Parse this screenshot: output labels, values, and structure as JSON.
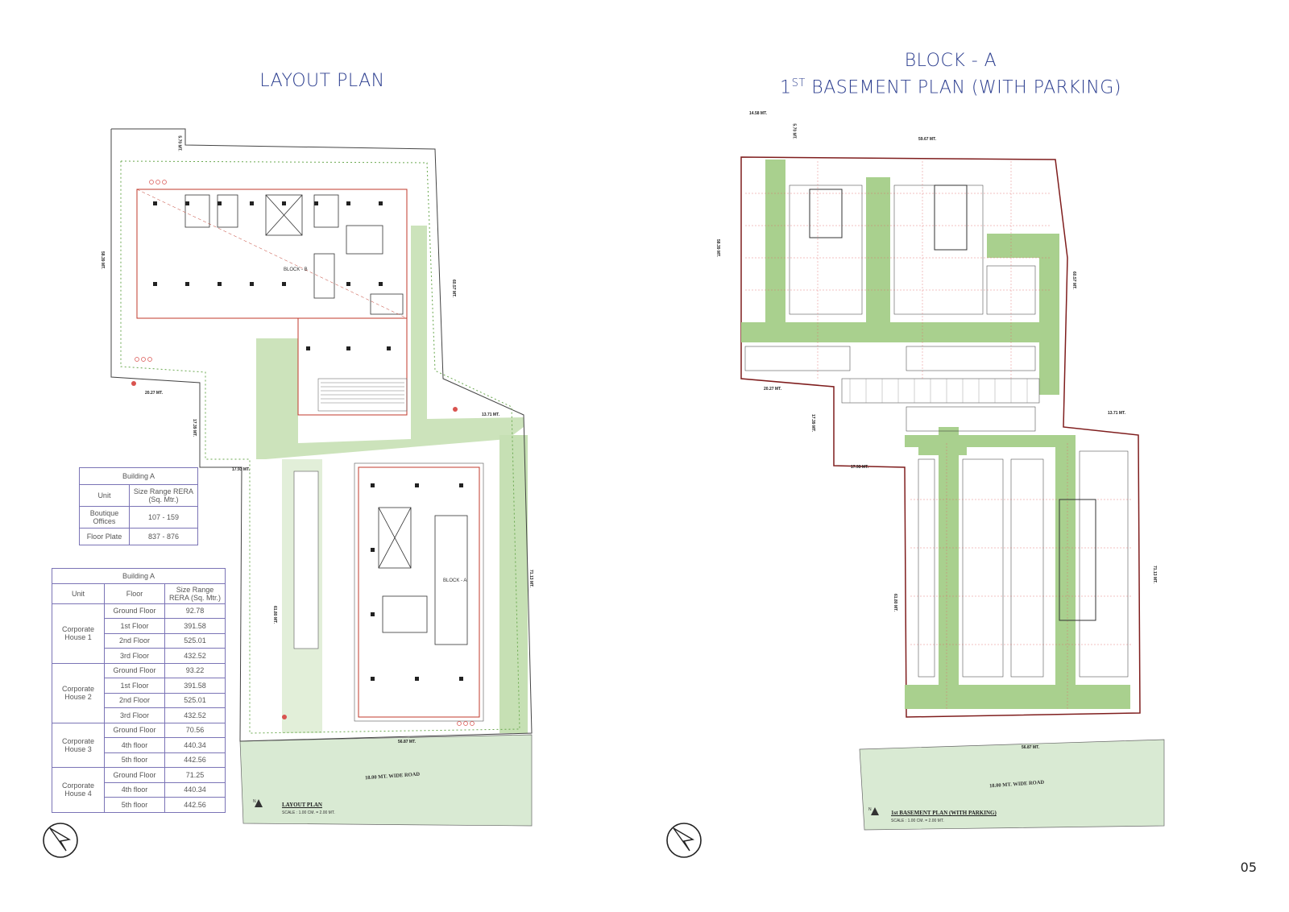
{
  "left_title": "LAYOUT PLAN",
  "right_title": {
    "line1": "BLOCK - A",
    "line2_pre": "1",
    "line2_sup": "ST",
    "line2_post": " BASEMENT PLAN (WITH PARKING)"
  },
  "page_number": "05",
  "layout_plan": {
    "label": "LAYOUT PLAN",
    "scale": "SCALE : 1.00 CM. = 2.00 MT.",
    "road": "18.00 MT. WIDE ROAD",
    "north": "N",
    "block_b": "BLOCK - B",
    "block_a": "BLOCK - A",
    "dims": {
      "d1": "20.27 MT.",
      "d2": "17.93 MT.",
      "d3": "13.71 MT.",
      "d4": "56.87 MT.",
      "d5": "58.39 MT.",
      "d6": "60.57 MT.",
      "d7": "17.39 MT.",
      "d8": "61.80 MT.",
      "d9": "71.13 MT.",
      "d10": "5.70 MT."
    }
  },
  "basement_plan": {
    "label": "1st BASEMENT PLAN (WITH PARKING)",
    "scale": "SCALE : 1.00 CM. = 2.00 MT.",
    "road": "18.00 MT. WIDE ROAD",
    "north": "N",
    "dims": {
      "d1": "14.58 MT.",
      "d2": "59.67 MT.",
      "d3": "20.27 MT.",
      "d4": "17.93 MT.",
      "d5": "13.71 MT.",
      "d6": "56.87 MT.",
      "d7": "58.39 MT.",
      "d8": "60.57 MT.",
      "d9": "17.39 MT.",
      "d10": "61.80 MT.",
      "d11": "71.13 MT.",
      "d12": "5.70 MT."
    }
  },
  "table_small": {
    "title": "Building A",
    "headers": [
      "Unit",
      "Size Range RERA (Sq. Mtr.)"
    ],
    "rows": [
      [
        "Boutique Offices",
        "107 - 159"
      ],
      [
        "Floor Plate",
        "837 - 876"
      ]
    ]
  },
  "table_big": {
    "title": "Building A",
    "headers": [
      "Unit",
      "Floor",
      "Size Range RERA (Sq. Mtr.)"
    ],
    "groups": [
      {
        "unit": "Corporate House 1",
        "rows": [
          [
            "Ground Floor",
            "92.78"
          ],
          [
            "1st Floor",
            "391.58"
          ],
          [
            "2nd Floor",
            "525.01"
          ],
          [
            "3rd Floor",
            "432.52"
          ]
        ]
      },
      {
        "unit": "Corporate House 2",
        "rows": [
          [
            "Ground Floor",
            "93.22"
          ],
          [
            "1st Floor",
            "391.58"
          ],
          [
            "2nd Floor",
            "525.01"
          ],
          [
            "3rd Floor",
            "432.52"
          ]
        ]
      },
      {
        "unit": "Corporate House 3",
        "rows": [
          [
            "Ground Floor",
            "70.56"
          ],
          [
            "4th floor",
            "440.34"
          ],
          [
            "5th floor",
            "442.56"
          ]
        ]
      },
      {
        "unit": "Corporate House 4",
        "rows": [
          [
            "Ground Floor",
            "71.25"
          ],
          [
            "4th floor",
            "440.34"
          ],
          [
            "5th floor",
            "442.56"
          ]
        ]
      }
    ]
  },
  "colors": {
    "title": "#2c3e8f",
    "green": "#a9d08e",
    "light_green": "#d9ead3",
    "red": "#d9534f",
    "table_border": "#7b74b6"
  }
}
